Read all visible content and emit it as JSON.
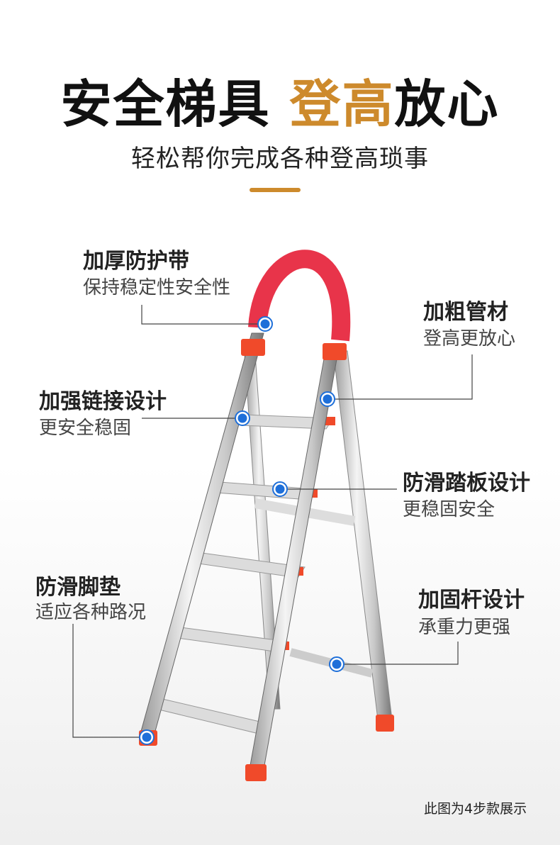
{
  "header": {
    "title_a": "安全梯具",
    "title_b": "登高",
    "title_c": "放心",
    "subtitle": "轻松帮你完成各种登高琐事"
  },
  "callouts": [
    {
      "title": "加厚防护带",
      "desc": "保持稳定性安全性"
    },
    {
      "title": "加粗管材",
      "desc": "登高更放心"
    },
    {
      "title": "加强链接设计",
      "desc": "更安全稳固"
    },
    {
      "title": "防滑踏板设计",
      "desc": "更稳固安全"
    },
    {
      "title": "防滑脚垫",
      "desc": "适应各种路况"
    },
    {
      "title": "加固杆设计",
      "desc": "承重力更强"
    }
  ],
  "footnote": "此图为4步款展示",
  "colors": {
    "accent": "#cd8a2c",
    "marker": "#1e6fd9",
    "handle": "#e8344a",
    "cap": "#f04a2a"
  }
}
